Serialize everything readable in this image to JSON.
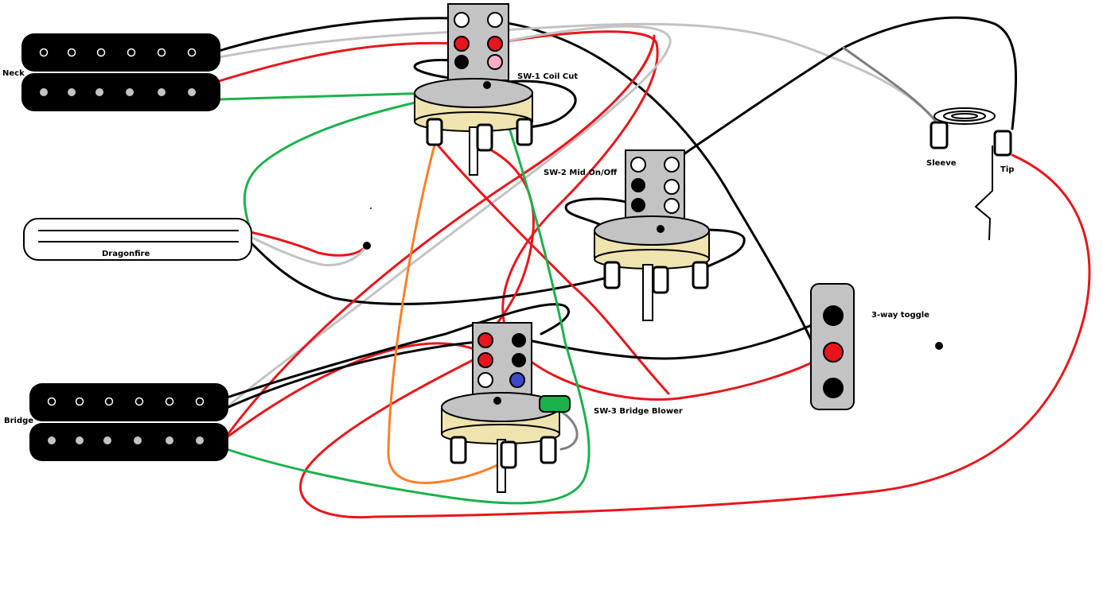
{
  "labels": {
    "neck": "Neck",
    "bridge": "Bridge",
    "dragonfire": "Dragonfire",
    "sw1": "SW-1 Coil Cut",
    "sw2": "SW-2  Mid On/Off",
    "sw3": "SW-3  Bridge Blower",
    "toggle": "3-way toggle",
    "sleeve": "Sleeve",
    "tip": "Tip"
  },
  "colors": {
    "red": "#e8161c",
    "black": "#000000",
    "gray": "#c3c3c3",
    "dark_gray": "#7f7f7f",
    "green": "#1db14b",
    "orange": "#ff7f27",
    "pink": "#ffaec9",
    "blue": "#3f48cc",
    "pot_body": "#efe4b0",
    "switch_plate": "#c3c3c3"
  }
}
